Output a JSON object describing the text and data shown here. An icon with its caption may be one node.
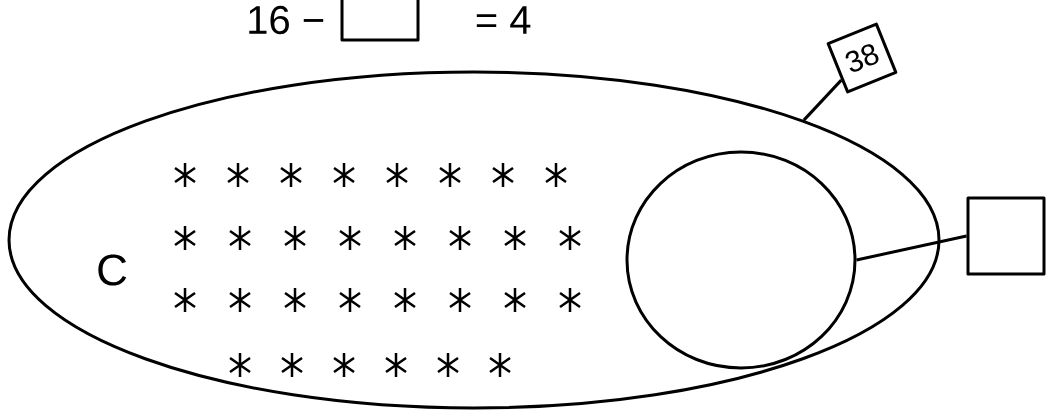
{
  "diagram": {
    "nodes": [
      {
        "text": [
          "C"
        ]
      },
      {
        "text": [],
        "shape": "circle",
        "in": 0
      },
      {
        "text": [
          "38"
        ]
      },
      {
        "text": [],
        "shape": "box"
      }
    ],
    "edges": [
      {
        "from": 2,
        "to": 0,
        "arrow": "none"
      },
      {
        "from": 3,
        "to": 1,
        "arrow": "none"
      }
    ],
    "labels": [
      "16 −",
      "= 4"
    ]
  }
}
